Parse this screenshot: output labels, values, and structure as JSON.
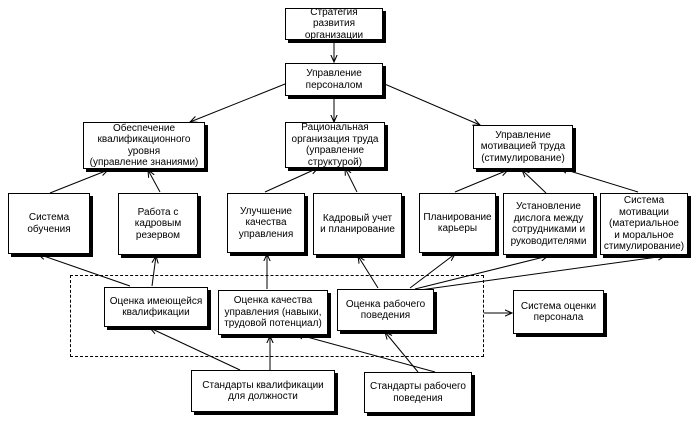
{
  "nodes": {
    "strategy": "Стратегия развития\nорганизации",
    "hr_management": "Управление\nперсоналом",
    "qualification_level": "Обеспечение\nквалификационного\nуровня\n(управление знаниями)",
    "rational_org": "Рациональная\nорганизация труда\n(управление\nструктурой)",
    "motivation_mgmt": "Управление\nмотивацией труда\n(стимулирование)",
    "training_system": "Система\nобучения",
    "personnel_reserve": "Работа с\nкадровым\nрезервом",
    "management_quality_improvement": "Улучшение\nкачества\nуправления",
    "hr_accounting_planning": "Кадровый учет\nи планирование",
    "career_planning": "Планирование\nкарьеры",
    "dialogue": "Установление\nдислога между\nсотрудниками и\nруководителями",
    "motivation_system": "Система\nмотивации\n(материальное\nи моральное\nстимулирование)",
    "qualification_assessment": "Оценка имеющейся\nквалификации",
    "management_quality_assessment": "Оценка качества\nуправления (навыки,\nтрудовой потенциал)",
    "work_behavior_assessment": "Оценка рабочего\nповедения",
    "assessment_system": "Система оценки\nперсонала",
    "qualification_standards": "Стандарты квалификации\nдля должности",
    "behavior_standards": "Стандарты рабочего\nповедения"
  }
}
